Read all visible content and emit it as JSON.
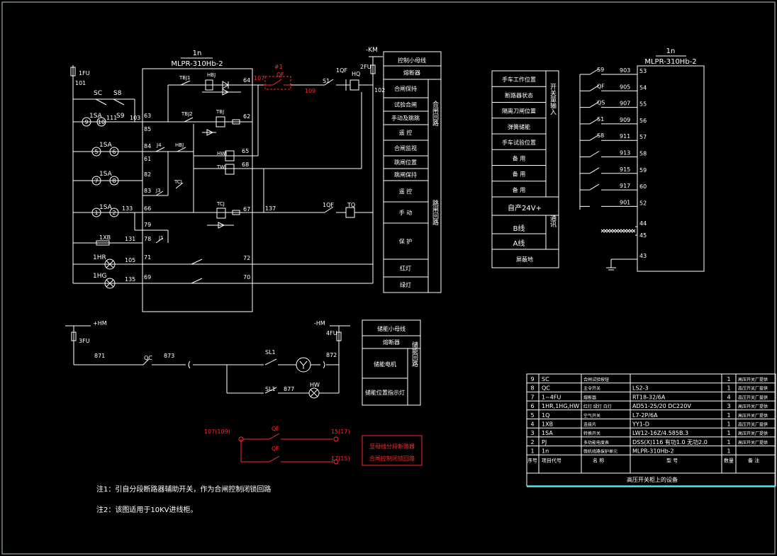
{
  "device": {
    "title_top": "1n",
    "model": "MLPR-310Hb-2"
  },
  "left_labels": {
    "fu1": "1FU",
    "n101": "101",
    "sc": "SC",
    "s8": "S8",
    "sa1": "1SA",
    "s9": "S9",
    "n111": "111",
    "n103": "103",
    "c9": "9",
    "c10": "10",
    "c5": "5",
    "c6": "6",
    "c7": "7",
    "c8": "8",
    "c1": "1",
    "c2": "2",
    "sa_b": "1SA",
    "sa_c": "1SA",
    "sa_d": "1SA",
    "n133": "133",
    "xb": "1XB",
    "n131": "131",
    "hr": "1HR",
    "n105": "105",
    "hg": "1HG",
    "n135": "135"
  },
  "terminals_left": [
    "63",
    "85",
    "84",
    "61",
    "82",
    "83",
    "66",
    "79",
    "78",
    "71",
    "69"
  ],
  "terminals_right": [
    "64",
    "62",
    "65",
    "68",
    "67",
    "72",
    "70"
  ],
  "internal": {
    "tbj1": "TBJ1",
    "hbj": "HBJ",
    "tbj2": "TBJ2",
    "tbj": "TBJ",
    "hbj2": "HBJ",
    "hwj": "HWJ",
    "twj": "TWJ",
    "tcj": "TCJ",
    "tcj2": "TCJ",
    "j4": "J4",
    "j3": "J3",
    "j1": "J1"
  },
  "right_circuit": {
    "n107": "107",
    "n1": "#1",
    "qf": "QF",
    "n109": "109",
    "s1": "S1",
    "qf1": "1QF",
    "hq": "HQ",
    "km": "-KM",
    "fu2": "2FU",
    "n102": "102",
    "n137": "137",
    "qf2": "1QF",
    "tq": "TQ"
  },
  "function_table": {
    "title": "控制小母线",
    "rows": [
      "熔断器",
      "合闸保持",
      "试验合闸",
      "手动及跳跳",
      "遥 控",
      "合闸监视",
      "跳闸位置",
      "跳闸保持",
      "遥 控",
      "手 动",
      "保 护",
      "红灯",
      "绿灯"
    ],
    "group1": "合闸回路",
    "group2": "跳闸回路"
  },
  "status_table": {
    "rows": [
      "手车工作位置",
      "断路器状态",
      "隔离刀闸位置",
      "弹簧储能",
      "手车试验位置",
      "备 用",
      "备 用",
      "备 用"
    ],
    "group": "开关量输入",
    "power": "自产24V+",
    "comm_b": "B线",
    "comm_a": "A线",
    "comm_group": "通讯",
    "shield": "屏蔽地"
  },
  "device2": {
    "title_top": "1n",
    "model": "MLPR-310Hb-2",
    "items": [
      {
        "sw": "S9",
        "num": "903",
        "term": "53"
      },
      {
        "sw": "QF",
        "num": "905",
        "term": "54"
      },
      {
        "sw": "QS",
        "num": "907",
        "term": "55"
      },
      {
        "sw": "S1",
        "num": "909",
        "term": "56"
      },
      {
        "sw": "S8",
        "num": "911",
        "term": "57"
      },
      {
        "sw": "",
        "num": "913",
        "term": "58"
      },
      {
        "sw": "",
        "num": "915",
        "term": "59"
      },
      {
        "sw": "",
        "num": "917",
        "term": "60"
      },
      {
        "sw": "",
        "num": "901",
        "term": "52"
      }
    ],
    "t44": "44",
    "t45": "45",
    "t43": "43"
  },
  "energy": {
    "hm_plus": "+HM",
    "hm_minus": "-HM",
    "fu3": "3FU",
    "fu4": "4FU",
    "n871": "871",
    "qc": "QC",
    "n873": "873",
    "sl1": "SL1",
    "n872": "872",
    "sl1b": "SL1",
    "n877": "877",
    "hw": "HW"
  },
  "energy_table": {
    "title": "储能小母线",
    "rows": [
      "熔断器",
      "储能电机",
      "储能位置指示灯"
    ],
    "group": "储能回路"
  },
  "interlock": {
    "t107": "107(109)",
    "qf_a": "QF",
    "t15": "15(17)",
    "qf_b": "QF",
    "t17": "17(15)",
    "note_l1": "至母线分段断路器",
    "note_l2": "合闸控制闭锁回路"
  },
  "notes": {
    "n1": "注1：引自分段断路器辅助开关，作为合闸控制闭锁回路",
    "n2": "注2：该图适用于10KV进线柜。"
  },
  "parts": {
    "rows": [
      {
        "no": "9",
        "code": "SC",
        "name": "合闸试验按钮",
        "spec": "",
        "qty": "1",
        "remark": "高压开关厂提供"
      },
      {
        "no": "8",
        "code": "QC",
        "name": "主令开关",
        "spec": "LS2-3",
        "qty": "1",
        "remark": "高压开关厂提供"
      },
      {
        "no": "7",
        "code": "1~4FU",
        "name": "熔断器",
        "spec": "RT18-32/6A",
        "qty": "4",
        "remark": "高压开关厂提供"
      },
      {
        "no": "6",
        "code": "1HR,1HG,HW",
        "name": "红灯 绿灯 白灯",
        "spec": "AD51-25/20 DC220V",
        "qty": "3",
        "remark": "高压开关厂提供"
      },
      {
        "no": "5",
        "code": "1Q",
        "name": "空气开关",
        "spec": "L7-2P/6A",
        "qty": "1",
        "remark": "高压开关厂提供"
      },
      {
        "no": "4",
        "code": "1XB",
        "name": "连接片",
        "spec": "YY1-D",
        "qty": "1",
        "remark": "高压开关厂提供"
      },
      {
        "no": "3",
        "code": "1SA",
        "name": "转换开关",
        "spec": "LW12-16Z/4.585B.3",
        "qty": "1",
        "remark": "高压开关厂提供"
      },
      {
        "no": "2",
        "code": "PJ",
        "name": "多功能电度表",
        "spec": "DSS(X)116 有功1.0 无功2.0",
        "qty": "1",
        "remark": "高压开关厂提供"
      },
      {
        "no": "1",
        "code": "1n",
        "name": "微机线路保护单元",
        "spec": "MLPR-310Hb-2",
        "qty": "1",
        "remark": ""
      }
    ],
    "header": {
      "no": "序号",
      "code": "项目代号",
      "name": "名 称",
      "spec": "型 号",
      "qty": "数量",
      "remark": "备 注"
    },
    "footer": "高压开关柜上的设备"
  }
}
